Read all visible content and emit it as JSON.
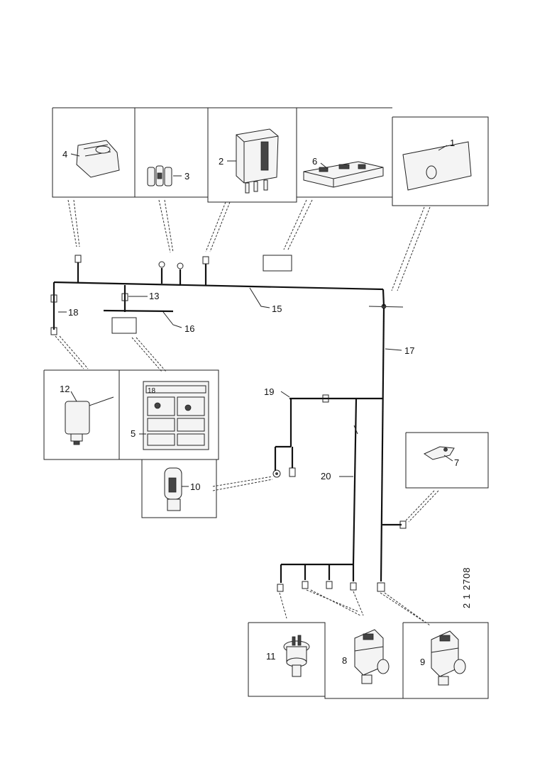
{
  "diagram": {
    "drawing_code": "2 1 2708",
    "components": [
      {
        "id": "c1",
        "label": "1"
      },
      {
        "id": "c2",
        "label": "2"
      },
      {
        "id": "c3",
        "label": "3"
      },
      {
        "id": "c4",
        "label": "4"
      },
      {
        "id": "c5",
        "label": "5"
      },
      {
        "id": "c6",
        "label": "6"
      },
      {
        "id": "c7",
        "label": "7"
      },
      {
        "id": "c8",
        "label": "8"
      },
      {
        "id": "c9",
        "label": "9"
      },
      {
        "id": "c10",
        "label": "10"
      },
      {
        "id": "c11",
        "label": "11"
      },
      {
        "id": "c12",
        "label": "12"
      },
      {
        "id": "c18inset",
        "label": "18"
      }
    ],
    "wires": [
      {
        "id": "w13",
        "label": "13"
      },
      {
        "id": "w15",
        "label": "15"
      },
      {
        "id": "w16",
        "label": "16"
      },
      {
        "id": "w17",
        "label": "17"
      },
      {
        "id": "w18",
        "label": "18"
      },
      {
        "id": "w19",
        "label": "19"
      },
      {
        "id": "w20",
        "label": "20"
      }
    ]
  }
}
